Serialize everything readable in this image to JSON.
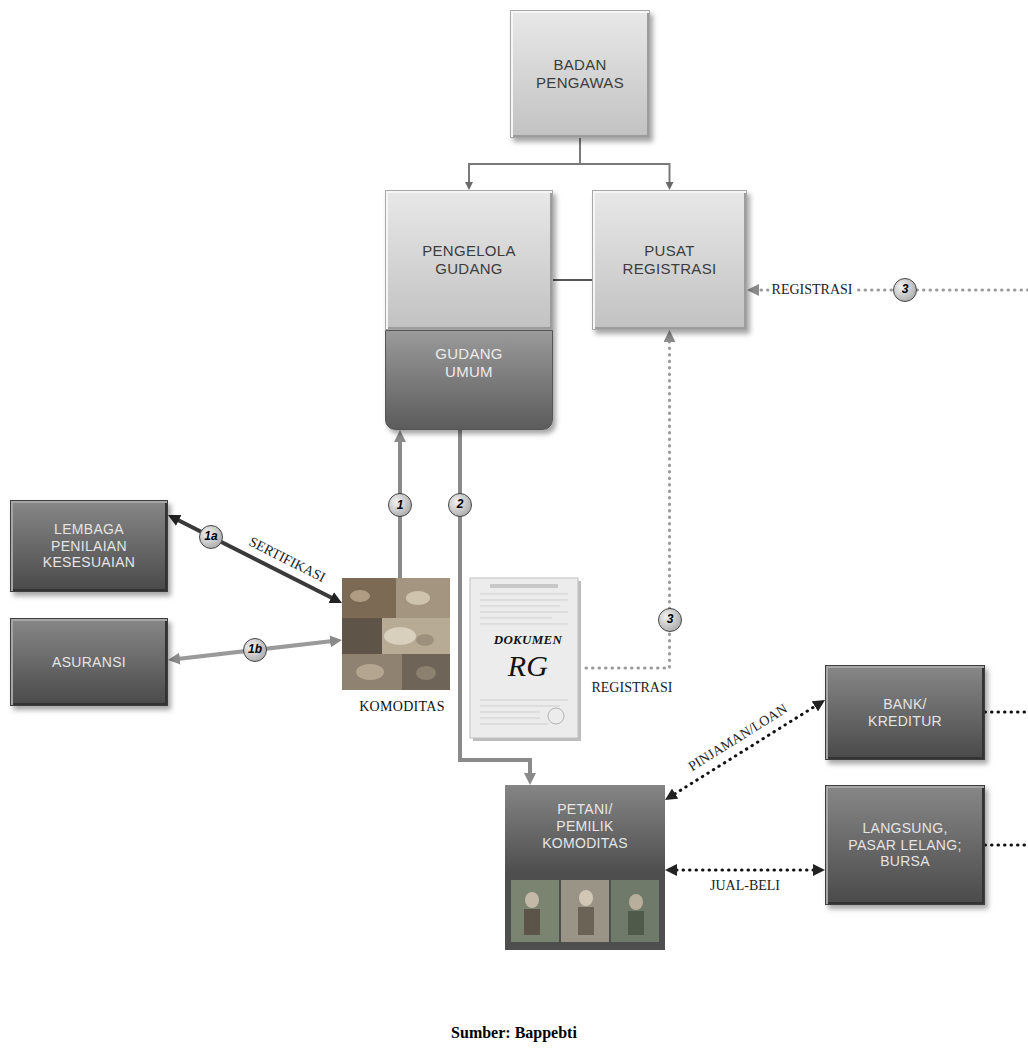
{
  "diagram": {
    "caption": "Sumber: Bappebti",
    "nodes": [
      {
        "text": [
          "BADAN PENGAWAS"
        ]
      },
      {
        "text": [
          "PENGELOLA GUDANG"
        ]
      },
      {
        "text": [
          "GUDANG UMUM"
        ]
      },
      {
        "text": [
          "PUSAT REGISTRASI"
        ]
      },
      {
        "text": [
          "LEMBAGA PENILAIAN KESESUAIAN"
        ]
      },
      {
        "text": [
          "ASURANSI"
        ]
      },
      {
        "text": [
          "KOMODITAS"
        ]
      },
      {
        "text": [
          "DOKUMEN",
          "RG"
        ]
      },
      {
        "text": [
          "BANK/ KREDITUR"
        ]
      },
      {
        "text": [
          "LANGSUNG, PASAR LELANG; BURSA"
        ]
      },
      {
        "text": [
          "PETANI/ PEMILIK KOMODITAS"
        ]
      }
    ],
    "edges": [
      {
        "from": 0,
        "to": 1,
        "arrow": "to"
      },
      {
        "from": 0,
        "to": 3,
        "arrow": "to"
      },
      {
        "from": 1,
        "to": 3,
        "arrow": "none"
      },
      {
        "from": 6,
        "to": 2,
        "arrow": "to",
        "label": "1"
      },
      {
        "from": 2,
        "to": 10,
        "arrow": "to",
        "label": "2"
      },
      {
        "from": 4,
        "to": 6,
        "arrow": "both",
        "label": "SERTIFIKASI"
      },
      {
        "from": 5,
        "to": 6,
        "arrow": "both",
        "label": "1b"
      },
      {
        "from": 7,
        "to": 3,
        "arrow": "to",
        "label": "REGISTRASI"
      },
      {
        "from": 10,
        "to": 8,
        "arrow": "both",
        "label": "PINJAMAN/LOAN"
      },
      {
        "from": 10,
        "to": 9,
        "arrow": "both",
        "label": "JUAL-BELI"
      }
    ],
    "labels": [
      "1a",
      "3",
      "REGISTRASI",
      "3"
    ]
  }
}
